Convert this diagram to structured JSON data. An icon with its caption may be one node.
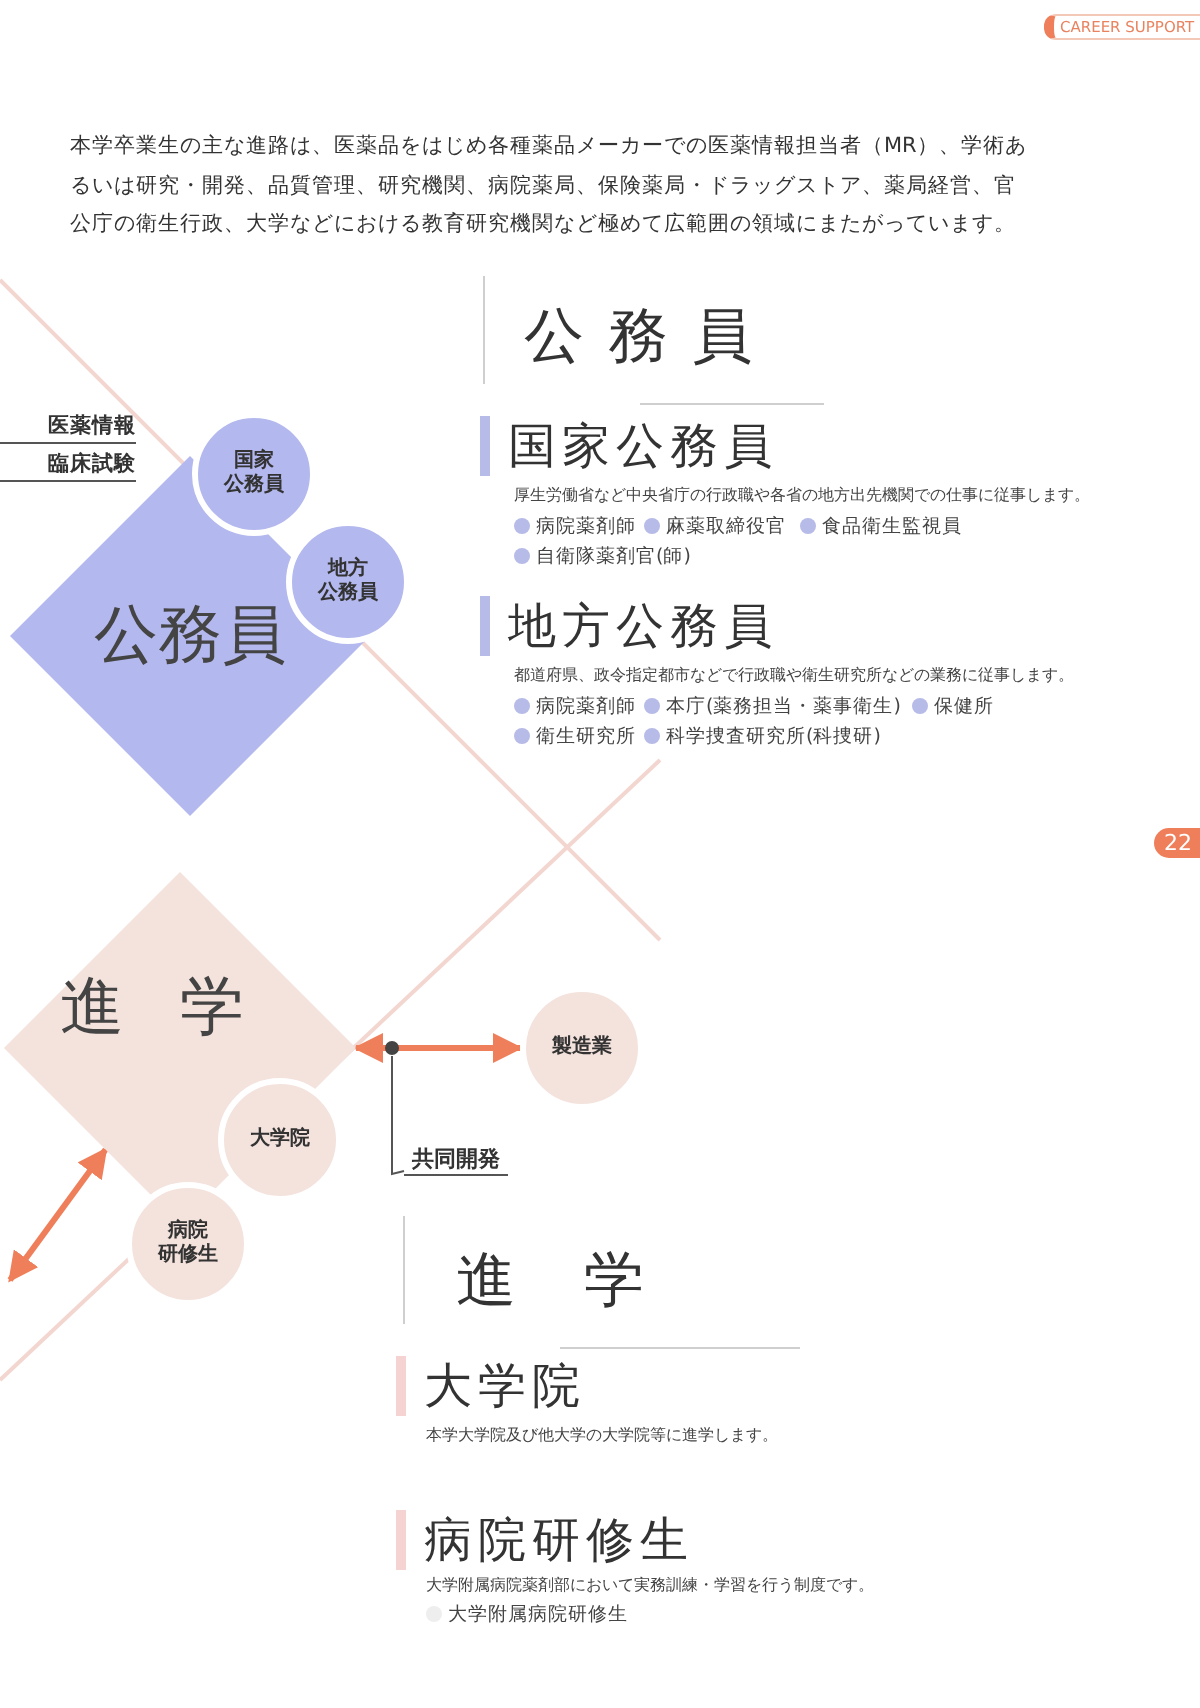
{
  "diagram": {
    "nodes": [
      {
        "text": [
          "公務員"
        ]
      },
      {
        "text": [
          "国家公務員"
        ]
      },
      {
        "text": [
          "地方公務員"
        ]
      },
      {
        "text": [
          "進学"
        ]
      },
      {
        "text": [
          "大学院"
        ]
      },
      {
        "text": [
          "病院研修生"
        ]
      },
      {
        "text": [
          "製造業"
        ]
      },
      {
        "text": [
          "共同開発"
        ]
      }
    ],
    "edges": [
      {
        "from": 3,
        "to": 6,
        "arrow": "both"
      },
      {
        "from": 7,
        "to": null,
        "arrow": "none",
        "color": "#555555"
      },
      {
        "from": null,
        "to": 3,
        "arrow": "both"
      }
    ],
    "labels": [
      "CAREER SUPPORT",
      "本学卒業生の主な進路は、医薬品をはじめ各種薬品メーカーでの医薬情報担当者（MR）、学術あるいは研究・開発、品質管理、研究機関、病院薬局、保険薬局・ドラッグストア、薬局経営、官公庁の衛生行政、大学などにおける教育研究機関など極めて広範囲の領域にまたがっています。",
      "医薬情報",
      "臨床試験",
      "公務員",
      "国家公務員",
      "厚生労働省など中央省庁の行政職や各省の地方出先機関での仕事に従事します。",
      "病院薬剤師",
      "麻薬取締役官",
      "食品衛生監視員",
      "自衛隊薬剤官(師)",
      "地方公務員",
      "都道府県、政令指定都市などで行政職や衛生研究所などの業務に従事します。",
      "病院薬剤師",
      "本庁(薬務担当・薬事衛生)",
      "保健所",
      "衛生研究所",
      "科学捜査研究所(科捜研)",
      "22",
      "進学",
      "大学院",
      "本学大学院及び他大学の大学院等に進学します。",
      "病院研修生",
      "大学附属病院薬剤部において実務訓練・学習を行う制度です。",
      "大学附属病院研修生"
    ]
  }
}
